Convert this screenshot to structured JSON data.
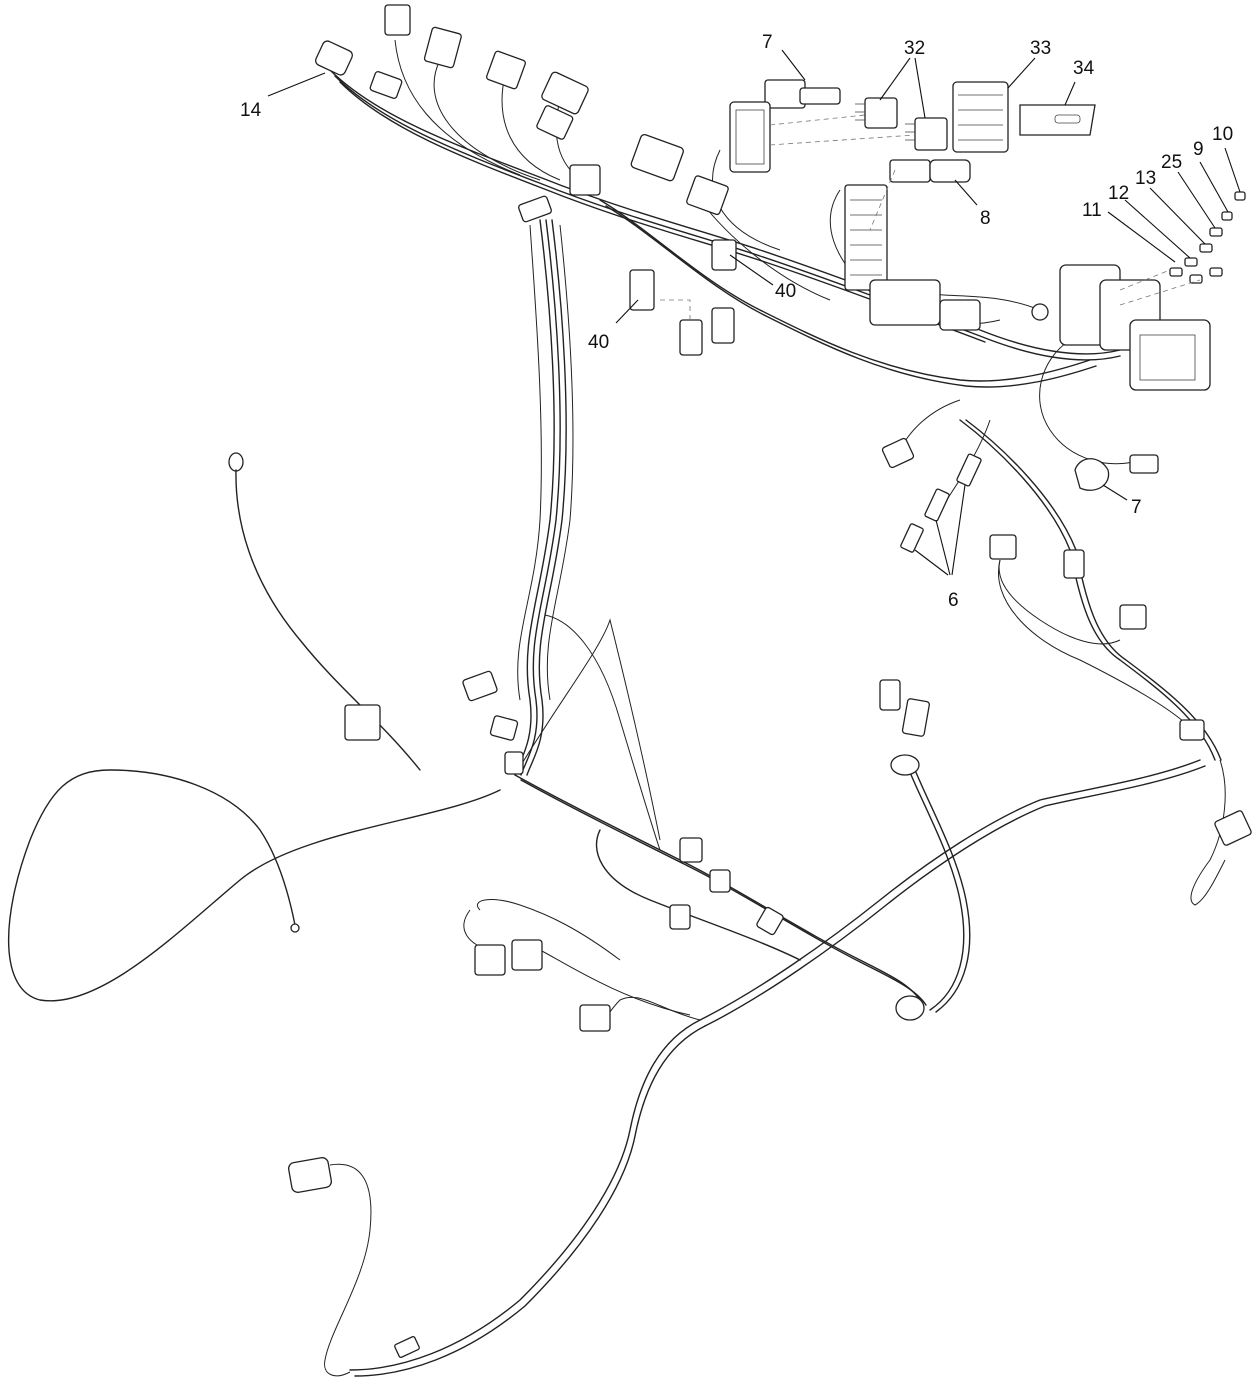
{
  "diagram": {
    "callouts": {
      "c14": "14",
      "c7a": "7",
      "c32": "32",
      "c33": "33",
      "c34": "34",
      "c10": "10",
      "c9": "9",
      "c25": "25",
      "c13": "13",
      "c12": "12",
      "c11": "11",
      "c8": "8",
      "c40a": "40",
      "c40b": "40",
      "c7b": "7",
      "c6": "6"
    },
    "colors": {
      "line": "#222222",
      "background": "#ffffff"
    }
  }
}
